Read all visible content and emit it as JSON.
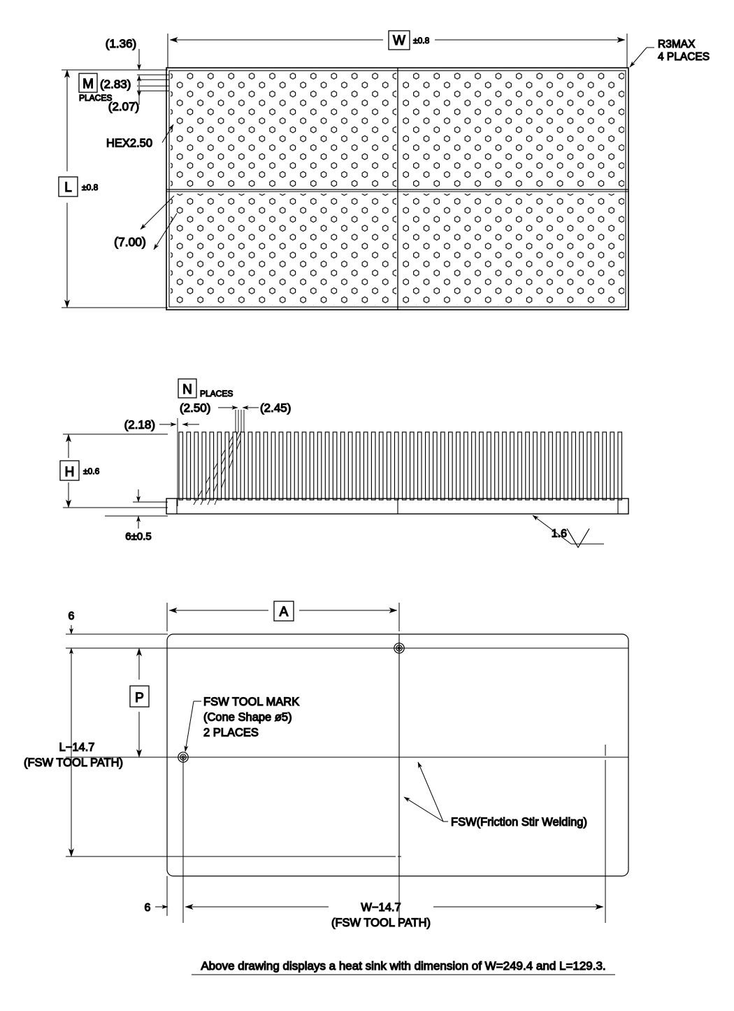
{
  "drawing": {
    "title": "Heat sink engineering drawing",
    "line_color": "#000000",
    "background": "#ffffff",
    "caption": "Above drawing displays a heat sink with dimension of W=249.4 and L=129.3."
  },
  "top_view": {
    "name": "top-view-pin-fin-plate",
    "width_dim": {
      "symbol": "W",
      "tolerance": "±0.8"
    },
    "length_dim": {
      "symbol": "L",
      "tolerance": "±0.8"
    },
    "corner_note": {
      "line1": "R3MAX",
      "line2": "4 PLACES"
    },
    "m_symbol": "M",
    "m_places": "PLACES",
    "dim_1_36": "(1.36)",
    "dim_2_83": "(2.83)",
    "dim_2_07": "(2.07)",
    "hex_note": "HEX2.50",
    "dim_7_00": "(7.00)",
    "pin_rows": 26,
    "pin_cols_per_half": 16
  },
  "side_view": {
    "name": "side-view-fins",
    "n_symbol": "N",
    "n_places": "PLACES",
    "dim_2_50": "(2.50)",
    "dim_2_45": "(2.45)",
    "dim_2_18": "(2.18)",
    "height_dim": {
      "symbol": "H",
      "tolerance": "±0.6"
    },
    "base_thickness": "6±0.5",
    "surface_finish": "1.6",
    "fin_count": 58
  },
  "bottom_view": {
    "name": "bottom-view-fsw",
    "a_symbol": "A",
    "p_symbol": "P",
    "edge_offset_top": "6",
    "edge_offset_bottom": "6",
    "vertical_dim_line1": "L−14.7",
    "vertical_dim_line2": "(FSW TOOL PATH)",
    "horizontal_dim_line1": "W−14.7",
    "horizontal_dim_line2": "(FSW TOOL PATH)",
    "tool_mark_note_line1": "FSW TOOL MARK",
    "tool_mark_note_line2": "(Cone Shape ø5)",
    "tool_mark_note_line3": "2 PLACES",
    "fsw_note": "FSW(Friction Stir Welding)"
  }
}
